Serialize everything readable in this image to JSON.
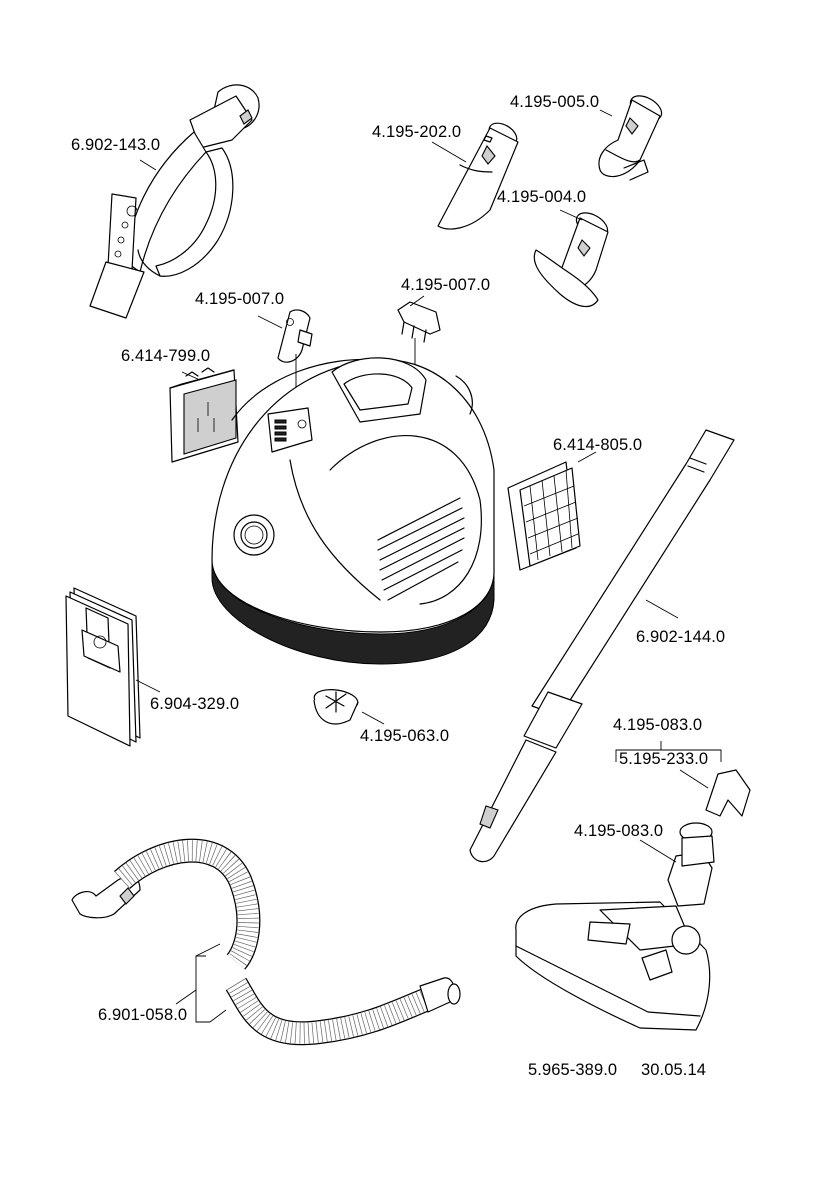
{
  "diagram": {
    "type": "exploded-parts-diagram",
    "subject": "vacuum cleaner spare parts",
    "parts": [
      {
        "id": "handle",
        "part_number": "6.902-143.0",
        "description": "hose handle"
      },
      {
        "id": "upholstery-nozzle",
        "part_number": "4.195-202.0",
        "description": "crevice nozzle"
      },
      {
        "id": "brush-nozzle",
        "part_number": "4.195-005.0",
        "description": "brush nozzle"
      },
      {
        "id": "small-nozzle",
        "part_number": "4.195-004.0",
        "description": "upholstery nozzle"
      },
      {
        "id": "button-left",
        "part_number": "4.195-007.0",
        "description": "switch cap"
      },
      {
        "id": "button-right",
        "part_number": "4.195-007.0",
        "description": "handle cap"
      },
      {
        "id": "motor-filter",
        "part_number": "6.414-799.0",
        "description": "motor protection filter"
      },
      {
        "id": "exhaust-filter",
        "part_number": "6.414-805.0",
        "description": "exhaust filter"
      },
      {
        "id": "suction-tube",
        "part_number": "6.902-144.0",
        "description": "telescopic suction tube"
      },
      {
        "id": "filter-bag",
        "part_number": "6.904-329.0",
        "description": "filter bags"
      },
      {
        "id": "wheel",
        "part_number": "4.195-063.0",
        "description": "caster wheel"
      },
      {
        "id": "floor-nozzle-clip-group",
        "part_number": "4.195-083.0",
        "description": "floor nozzle assembly"
      },
      {
        "id": "floor-nozzle-clip",
        "part_number": "5.195-233.0",
        "description": "clip"
      },
      {
        "id": "floor-nozzle",
        "part_number": "4.195-083.0",
        "description": "floor nozzle"
      },
      {
        "id": "suction-hose",
        "part_number": "6.901-058.0",
        "description": "suction hose"
      }
    ]
  },
  "footer": {
    "document_number": "5.965-389.0",
    "date": "30.05.14"
  }
}
